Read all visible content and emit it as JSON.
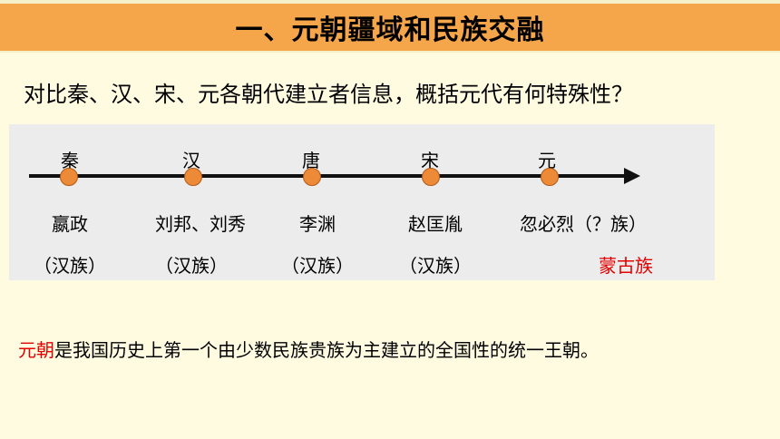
{
  "title": "一、元朝疆域和民族交融",
  "question": "对比秦、汉、宋、元各朝代建立者信息，概括元代有何特殊性？",
  "timeline": {
    "dynasties": [
      {
        "name": "秦",
        "founder": "嬴政",
        "ethnicity": "（汉族）"
      },
      {
        "name": "汉",
        "founder": "刘邦、刘秀",
        "ethnicity": "（汉族）"
      },
      {
        "name": "唐",
        "founder": "李渊",
        "ethnicity": "（汉族）"
      },
      {
        "name": "宋",
        "founder": "赵匡胤",
        "ethnicity": "（汉族）"
      },
      {
        "name": "元",
        "founder": "忽必烈（？族）",
        "ethnicity": "蒙古族"
      }
    ]
  },
  "conclusion": {
    "highlight": "元朝",
    "rest": "是我国历史上第一个由少数民族贵族为主建立的全国性的统一王朝。"
  },
  "colors": {
    "title_band": "#f5a54a",
    "dot": "#ec8a38",
    "highlight": "#e30000",
    "background": "#fffbe0"
  }
}
